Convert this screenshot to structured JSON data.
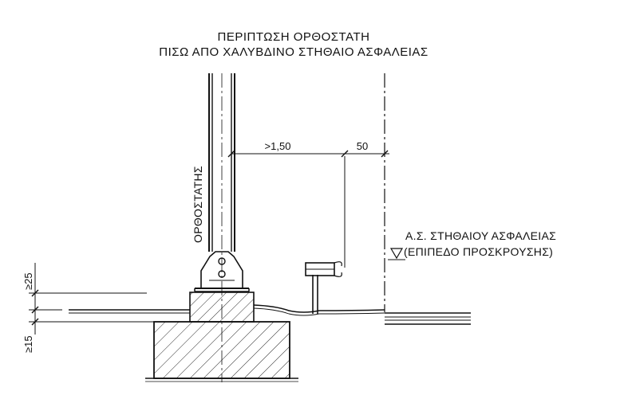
{
  "title": {
    "line1": "ΠΕΡΙΠΤΩΣΗ ΟΡΘΟΣΤΑΤΗ",
    "line2": "ΠΙΣΩ ΑΠΟ ΧΑΛΥΒΔΙΝΟ ΣΤΗΘΑΙΟ ΑΣΦΑΛΕΙΑΣ"
  },
  "labels": {
    "post": "ΟΡΘΟΣΤΑΤΗΣ",
    "barrier_axis_line1": "Α.Σ. ΣΤΗΘΑΙΟΥ ΑΣΦΑΛΕΙΑΣ",
    "barrier_axis_line2": "(ΕΠΙΠΕΔΟ ΠΡΟΣΚΡΟΥΣΗΣ)"
  },
  "dimensions": {
    "clearance": ">1,50",
    "offset": "50",
    "top_height": "≥25",
    "bottom_depth": "≥15"
  },
  "colors": {
    "ink": "#111111",
    "paper": "#ffffff"
  }
}
